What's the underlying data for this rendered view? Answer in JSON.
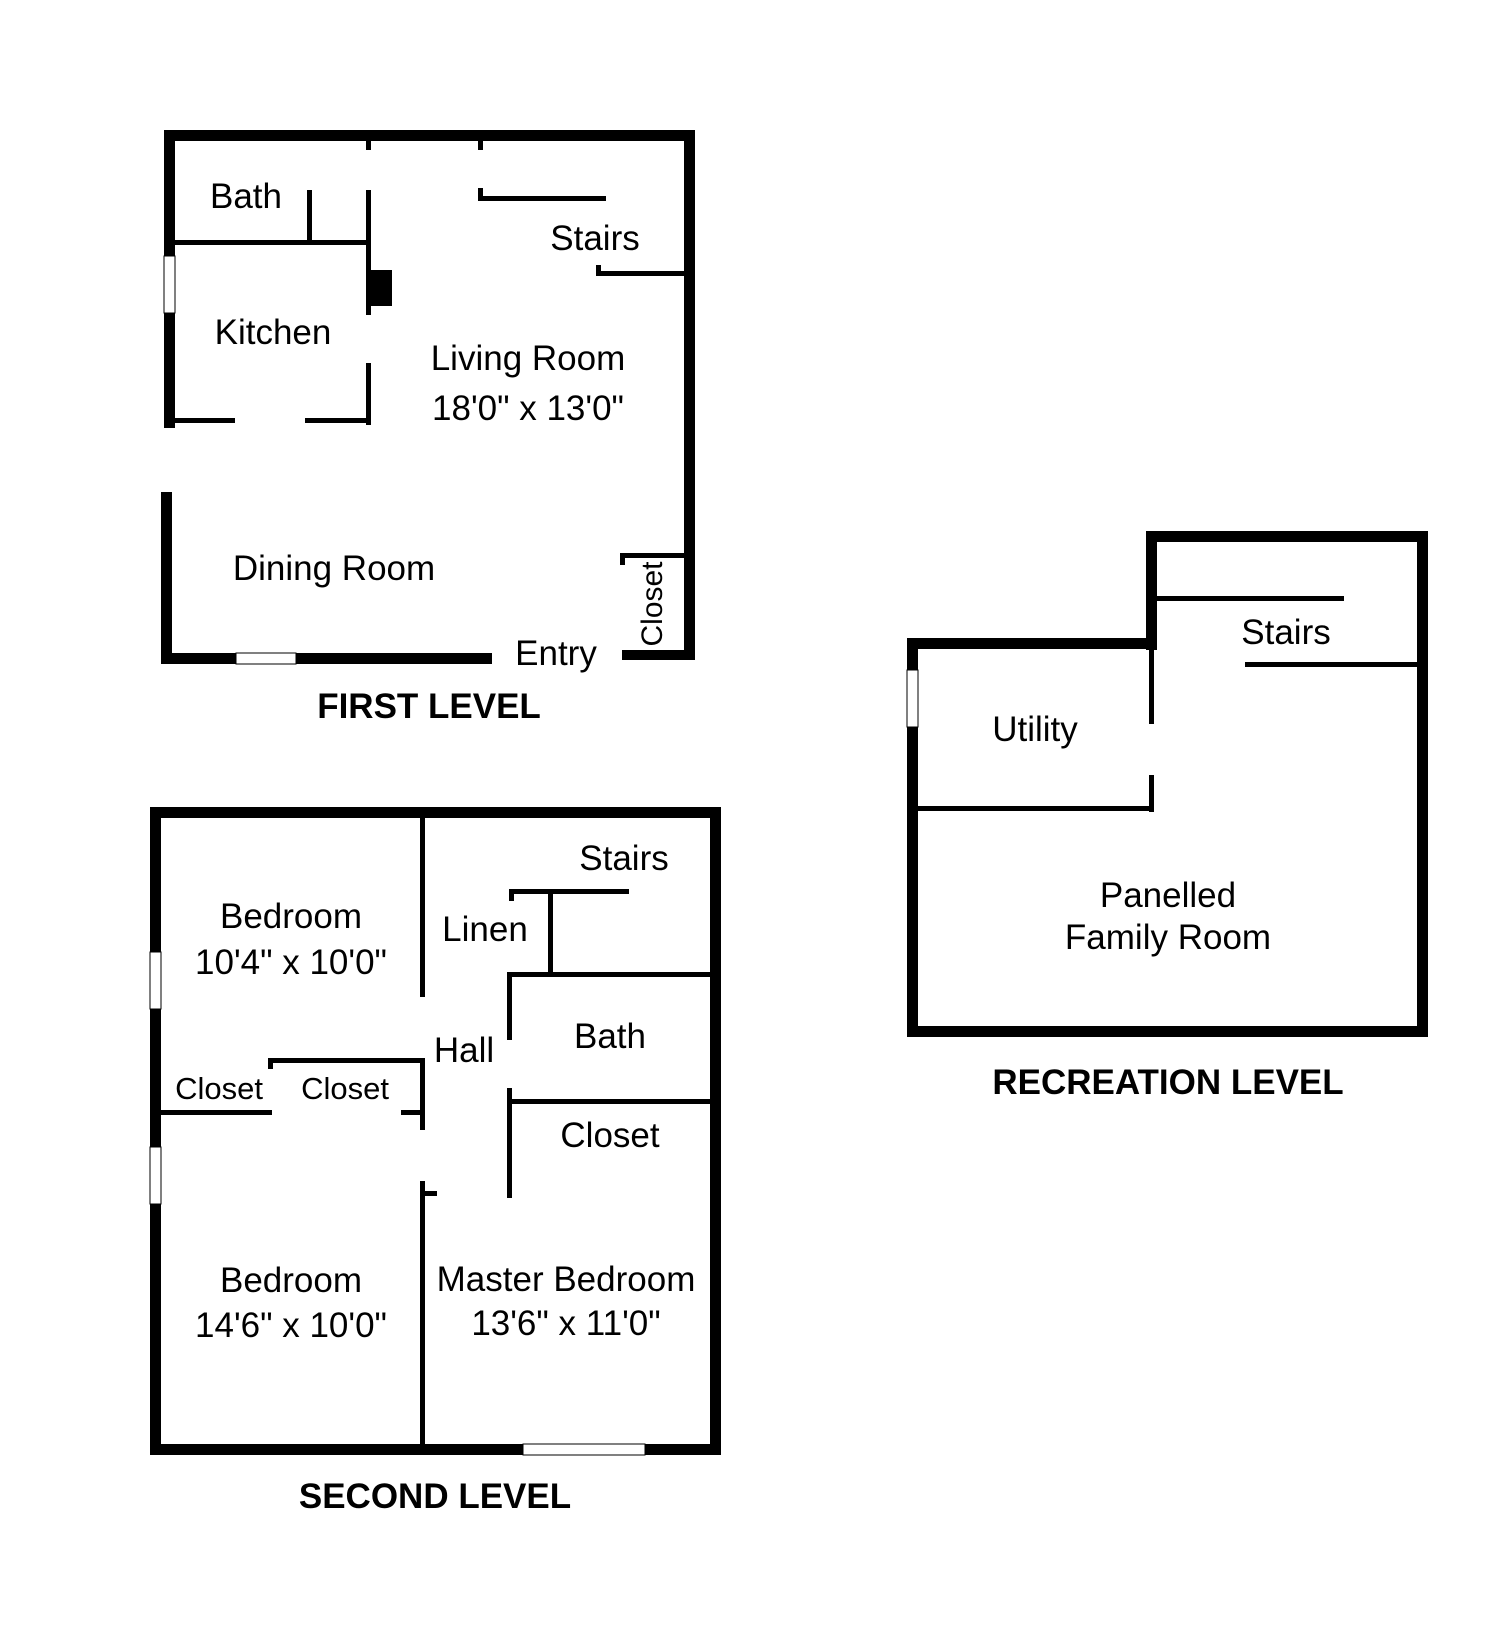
{
  "first_level": {
    "title": "FIRST LEVEL",
    "rooms": {
      "bath": "Bath",
      "stairs": "Stairs",
      "kitchen": "Kitchen",
      "living_room": "Living Room",
      "living_room_dims": "18'0\" x 13'0\"",
      "dining_room": "Dining Room",
      "closet": "Closet",
      "entry": "Entry"
    }
  },
  "second_level": {
    "title": "SECOND LEVEL",
    "rooms": {
      "bedroom_1": "Bedroom",
      "bedroom_1_dims": "10'4\" x 10'0\"",
      "stairs": "Stairs",
      "linen": "Linen",
      "hall": "Hall",
      "bath": "Bath",
      "closet_1": "Closet",
      "closet_2": "Closet",
      "closet_3": "Closet",
      "bedroom_2": "Bedroom",
      "bedroom_2_dims": "14'6\" x 10'0\"",
      "master_bedroom": "Master Bedroom",
      "master_bedroom_dims": "13'6\" x 11'0\""
    }
  },
  "recreation_level": {
    "title": "RECREATION LEVEL",
    "rooms": {
      "stairs": "Stairs",
      "utility": "Utility",
      "family_room_line1": "Panelled",
      "family_room_line2": "Family Room"
    }
  }
}
